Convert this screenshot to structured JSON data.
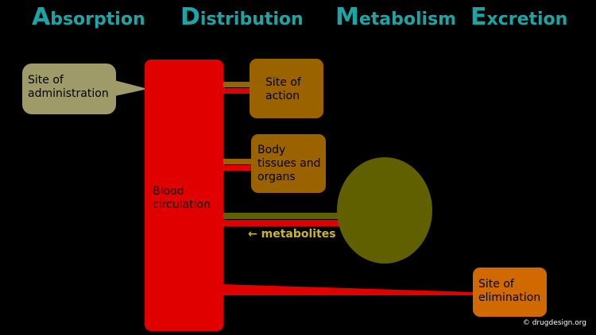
{
  "headings": [
    {
      "cap": "A",
      "rest": "bsorption"
    },
    {
      "cap": "D",
      "rest": "istribution"
    },
    {
      "cap": "M",
      "rest": "etabolism"
    },
    {
      "cap": "E",
      "rest": "xcretion"
    }
  ],
  "nodes": {
    "site_of_administration": {
      "line1": "Site of",
      "line2": "administration"
    },
    "blood_circulation": {
      "line1": "Blood",
      "line2": "circulation"
    },
    "site_of_action": {
      "line1": "Site of",
      "line2": "action"
    },
    "body_tissues": {
      "line1": "Body",
      "line2": "tissues and",
      "line3": "organs"
    },
    "site_of_elimination": {
      "line1": "Site of",
      "line2": "elimination"
    }
  },
  "metabolites_label": "← metabolites",
  "credit": "© drugdesign.org",
  "colors": {
    "heading": "#1aa6a6",
    "administration": "#9e9b68",
    "blood": "#e00000",
    "action": "#9a6300",
    "tissues": "#9a6300",
    "metabolism": "#606000",
    "elimination": "#d06a00",
    "metabolites_text": "#c9b62a"
  }
}
